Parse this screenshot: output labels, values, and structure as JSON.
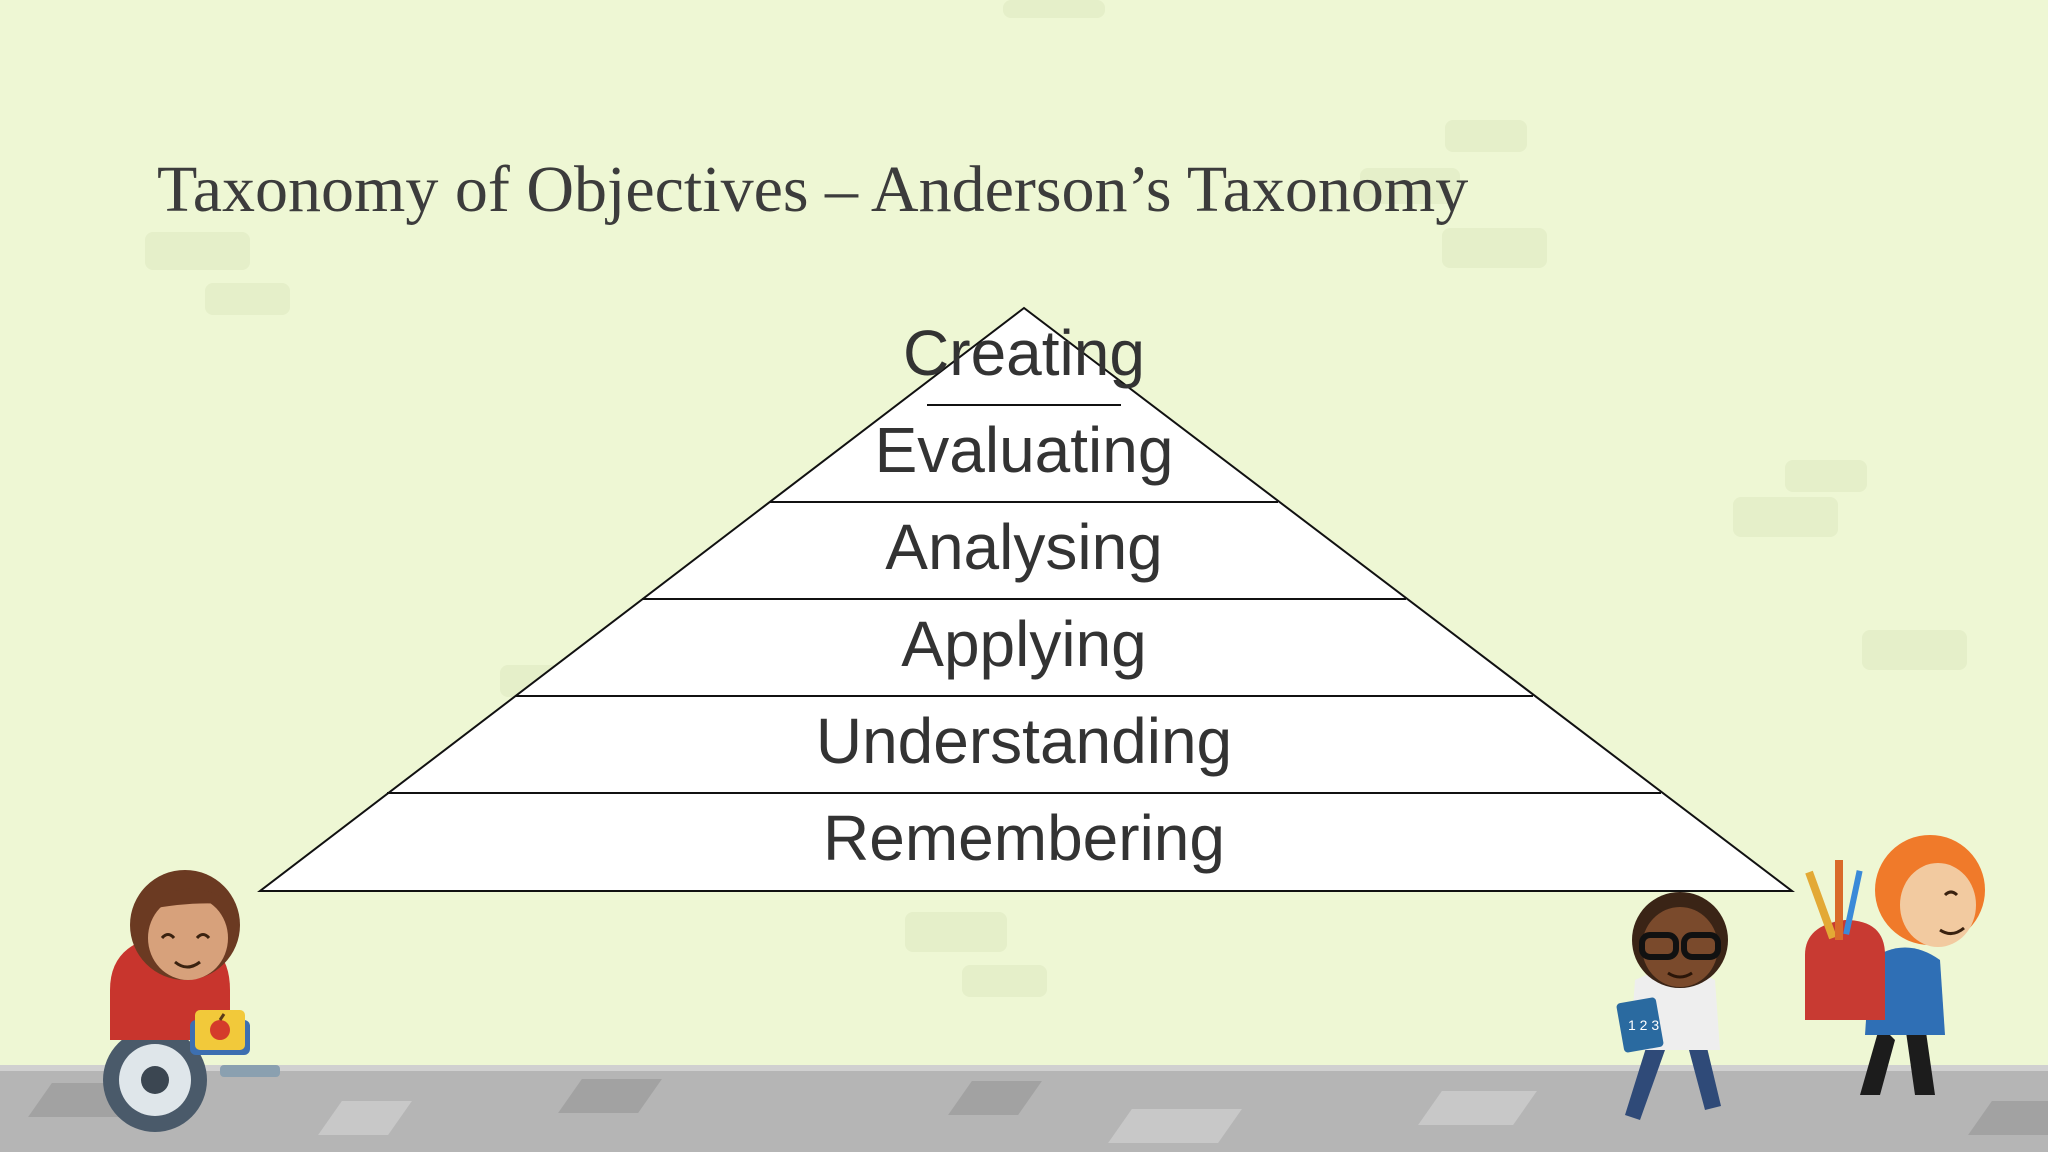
{
  "slide": {
    "title": "Taxonomy of Objectives – Anderson’s Taxonomy"
  },
  "pyramid": {
    "levels": [
      "Creating",
      "Evaluating",
      "Analysing",
      "Applying",
      "Understanding",
      "Remembering"
    ]
  },
  "illustrations": {
    "left": "child-in-wheelchair-icon",
    "middle": "child-with-book-icon",
    "right": "child-with-backpack-icon"
  },
  "colors": {
    "background": "#eef7d4",
    "pyramid_fill": "#ffffff",
    "pyramid_stroke": "#111111",
    "text": "#333333",
    "road": "#b5b5b5"
  }
}
